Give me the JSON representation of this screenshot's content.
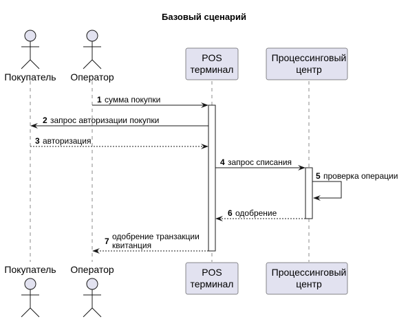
{
  "diagram": {
    "title": "Базовый сценарий",
    "participants": [
      {
        "id": "buyer",
        "kind": "actor",
        "label": [
          "Покупатель"
        ]
      },
      {
        "id": "operator",
        "kind": "actor",
        "label": [
          "Оператор"
        ]
      },
      {
        "id": "pos",
        "kind": "participant",
        "label": [
          "POS",
          "терминал"
        ]
      },
      {
        "id": "proc",
        "kind": "participant",
        "label": [
          "Процессинговый",
          "центр"
        ]
      }
    ],
    "messages": [
      {
        "num": "1",
        "text": [
          "сумма покупки"
        ],
        "from": "operator",
        "to": "pos",
        "style": "solid"
      },
      {
        "num": "2",
        "text": [
          "запрос авторизации покупки"
        ],
        "from": "pos",
        "to": "buyer",
        "style": "solid"
      },
      {
        "num": "3",
        "text": [
          "авторизация"
        ],
        "from": "buyer",
        "to": "pos",
        "style": "dashed"
      },
      {
        "num": "4",
        "text": [
          "запрос списания"
        ],
        "from": "pos",
        "to": "proc",
        "style": "solid"
      },
      {
        "num": "5",
        "text": [
          "проверка операции"
        ],
        "from": "proc",
        "to": "proc",
        "style": "solid"
      },
      {
        "num": "6",
        "text": [
          "одобрение"
        ],
        "from": "proc",
        "to": "pos",
        "style": "dashed"
      },
      {
        "num": "7",
        "text": [
          "одобрение транзакции",
          "квитанция"
        ],
        "from": "pos",
        "to": "operator",
        "style": "dashed"
      }
    ]
  }
}
